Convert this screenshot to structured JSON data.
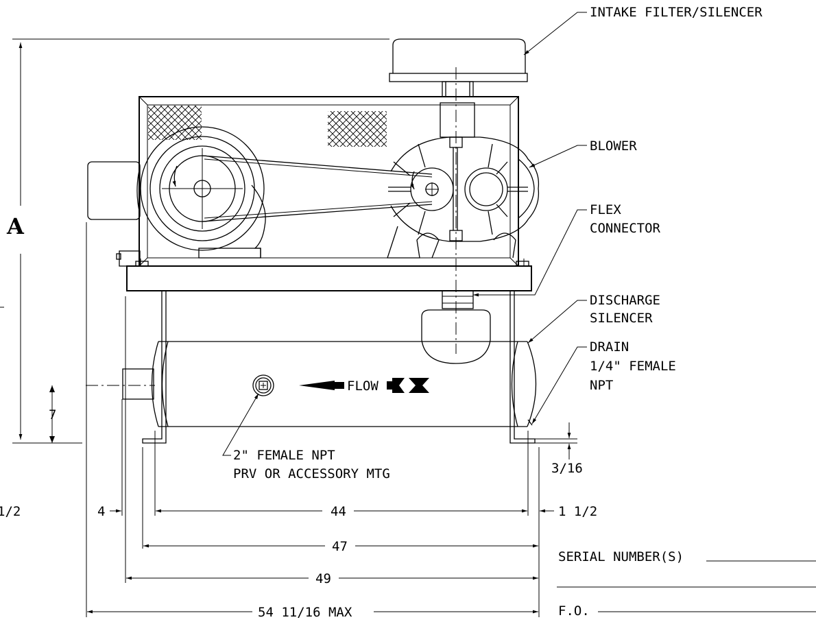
{
  "callouts": {
    "intake": "INTAKE FILTER/SILENCER",
    "blower": "BLOWER",
    "flex_1": "FLEX",
    "flex_2": "CONNECTOR",
    "discharge_1": "DISCHARGE",
    "discharge_2": "SILENCER",
    "drain_1": "DRAIN",
    "drain_2": "1/4\" FEMALE",
    "drain_3": "NPT",
    "port_1": "2\" FEMALE NPT",
    "port_2": "PRV OR ACCESSORY MTG",
    "flow": "FLOW"
  },
  "dimensions": {
    "height_label": "A",
    "dim_7": "7",
    "dim_3_16": "3/16",
    "dim_4": "4",
    "dim_44": "44",
    "dim_1_1_2": "1 1/2",
    "dim_47": "47",
    "dim_49": "49",
    "dim_54": "54 11/16 MAX",
    "edge_partial": "1/2"
  },
  "title_block": {
    "serial_label": "SERIAL NUMBER(S)",
    "fo_label": "F.O."
  }
}
